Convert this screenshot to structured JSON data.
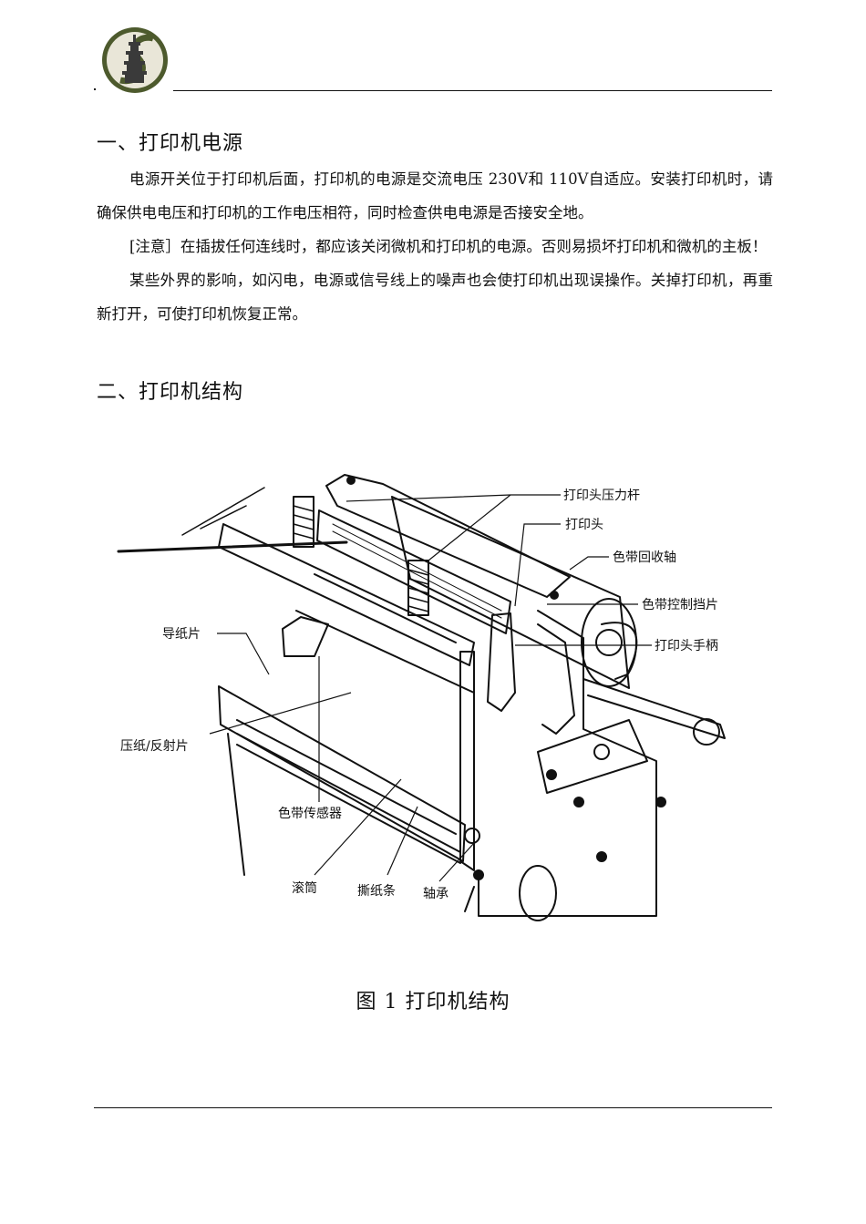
{
  "sections": [
    {
      "title": "一、打印机电源",
      "paragraphs": [
        "电源开关位于打印机后面，打印机的电源是交流电压 230V和 110V自适应。安装打印机时，请确保供电电压和打印机的工作电压相符，同时检查供电电源是否接安全地。",
        "[注意］在插拔任何连线时，都应该关闭微机和打印机的电源。否则易损坏打印机和微机的主板！",
        "某些外界的影响，如闪电，电源或信号线上的噪声也会使打印机出现误操作。关掉打印机，再重新打开，可使打印机恢复正常。"
      ]
    },
    {
      "title": "二、打印机结构"
    }
  ],
  "figure": {
    "labels": {
      "print_head_pressure_lever": "打印头压力杆",
      "print_head": "打印头",
      "ribbon_rewind_shaft": "色带回收轴",
      "ribbon_control_plate": "色带控制挡片",
      "print_head_handle": "打印头手柄",
      "paper_guide": "导纸片",
      "pressure_reflector": "压纸/反射片",
      "ribbon_sensor": "色带传感器",
      "roller": "滚筒",
      "tear_bar": "撕纸条",
      "bearing": "轴承"
    },
    "caption": "图 1 打印机结构"
  }
}
